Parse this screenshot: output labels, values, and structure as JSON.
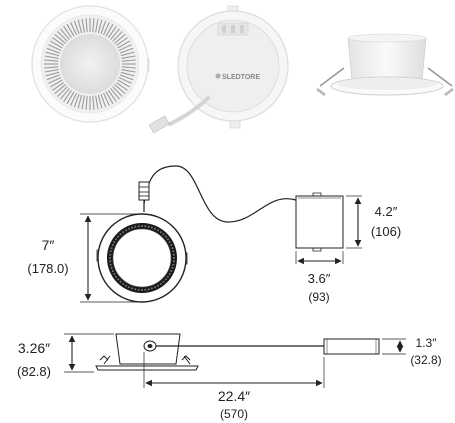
{
  "photos": {
    "back_view_brand": "SLEDTORE"
  },
  "drawing": {
    "fixture_diameter_in": "7″",
    "fixture_diameter_mm": "(178.0)",
    "box_height_in": "4.2″",
    "box_height_mm": "(106)",
    "box_width_in": "3.6″",
    "box_width_mm": "(93)",
    "fixture_height_in": "3.26″",
    "fixture_height_mm": "(82.8)",
    "box_thickness_in": "1.3″",
    "box_thickness_mm": "(32.8)",
    "cable_length_in": "22.4″",
    "cable_length_mm": "(570)"
  },
  "colors": {
    "line": "#222222",
    "fixture_fill": "#f4f4f4",
    "ring_dark": "#1a1a1a",
    "photo_shadow": "#dcdcdc"
  }
}
